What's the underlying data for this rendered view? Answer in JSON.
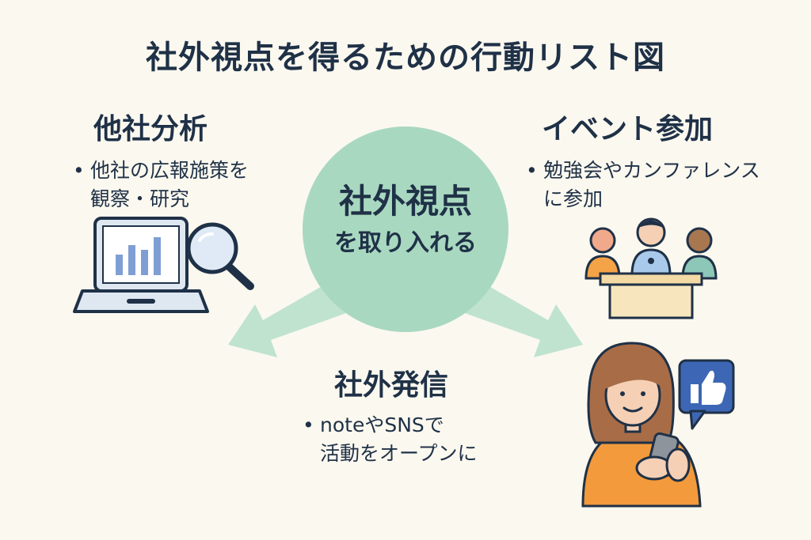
{
  "title": "社外視点を得るための行動リスト図",
  "center": {
    "line1": "社外視点",
    "line2": "を取り入れる"
  },
  "sections": {
    "competitor": {
      "heading": "他社分析",
      "bullet_line1": "他社の広報施策を",
      "bullet_line2": "観察・研究"
    },
    "event": {
      "heading": "イベント参加",
      "bullet_line1": "勉強会やカンファレンス",
      "bullet_line2": "に参加"
    },
    "outreach": {
      "heading": "社外発信",
      "bullet_line1": "noteやSNSで",
      "bullet_line2": "活動をオープンに"
    }
  },
  "bullet_symbol": "•",
  "colors": {
    "background": "#fbf8ef",
    "circle": "#a9d8c0",
    "text": "#1f3147",
    "bar": "#7f9fd4",
    "like_bubble": "#3d67b5"
  },
  "icons": [
    "laptop-chart-icon",
    "magnifier-icon",
    "meeting-people-icon",
    "woman-smartphone-icon",
    "thumbs-up-icon"
  ]
}
